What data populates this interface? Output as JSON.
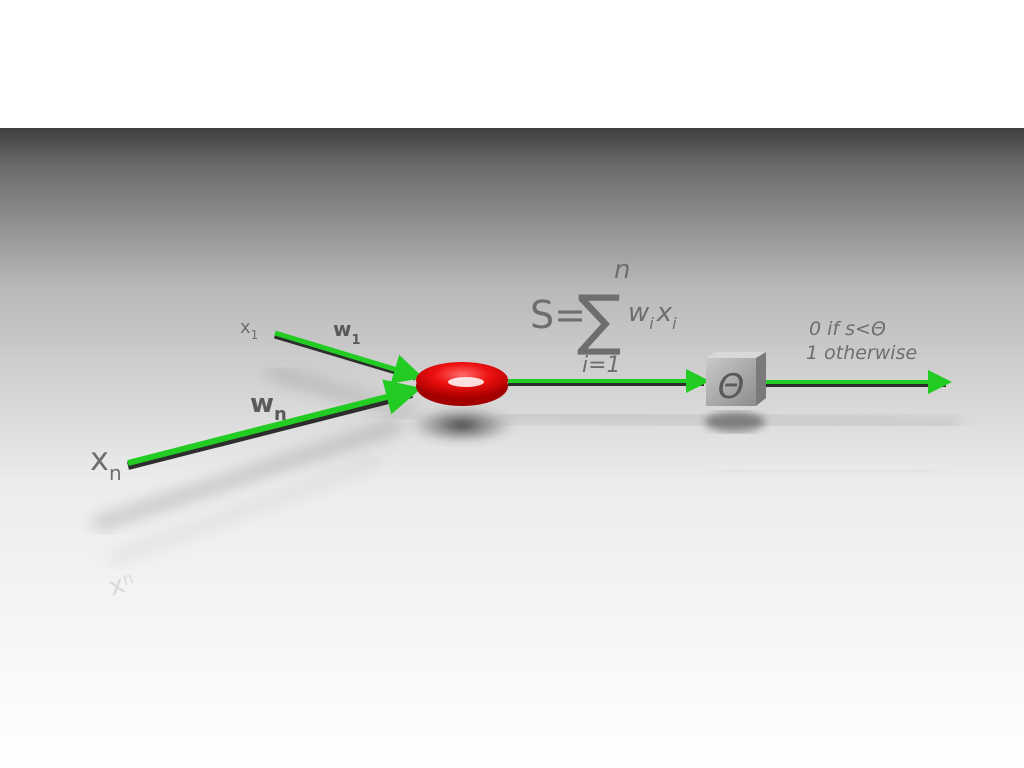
{
  "inputs": {
    "x1": {
      "base": "x",
      "sub": "1"
    },
    "w1": {
      "base": "w",
      "sub": "1"
    },
    "xn": {
      "base": "x",
      "sub": "n"
    },
    "wn": {
      "base": "w",
      "sub": "n"
    }
  },
  "formula": {
    "lhs": "S=",
    "sigma": "∑",
    "upper": "n",
    "lower": "i=1",
    "w": "w",
    "w_sub": "i",
    "x": "x",
    "x_sub": "i"
  },
  "threshold": {
    "symbol": "Θ",
    "rule_line1": "0 if s<Θ",
    "rule_line2": "1 otherwise"
  },
  "reflection": {
    "label": "x",
    "sub": "n"
  },
  "colors": {
    "arrow": "#22cc22",
    "neuron": "#ee1111",
    "backdrop_top": "#3f403e",
    "text": "#6e6e6e"
  }
}
